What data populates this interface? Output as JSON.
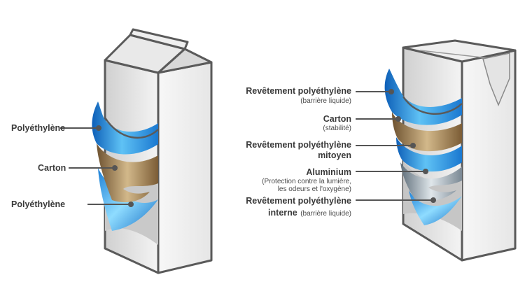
{
  "left_carton": {
    "labels": [
      {
        "key": "l1",
        "text": "Polyéthylène"
      },
      {
        "key": "l2",
        "text": "Carton"
      },
      {
        "key": "l3",
        "text": "Polyéthylène"
      }
    ]
  },
  "right_carton": {
    "layers": [
      {
        "title": "Revêtement polyéthylène",
        "subtitle": "(barrière liquide)"
      },
      {
        "title": "Carton",
        "subtitle": "(stabilité)"
      },
      {
        "title_line1": "Revêtement polyéthylène",
        "title_line2": "mitoyen"
      },
      {
        "title": "Aluminium",
        "subtitle_line1": "(Protection contre la lumière,",
        "subtitle_line2": "les odeurs et l'oxygène)"
      },
      {
        "title_line1": "Revêtement polyéthylène",
        "title_line2": "interne",
        "title_suffix": "(barrière liquide)"
      }
    ]
  },
  "colors": {
    "polyethylene": "#2a8fe0",
    "carton": "#9c7a48",
    "aluminium": "#7f8f9c",
    "box_outline": "#5a5a5a",
    "label_text": "#3a3a3a"
  }
}
